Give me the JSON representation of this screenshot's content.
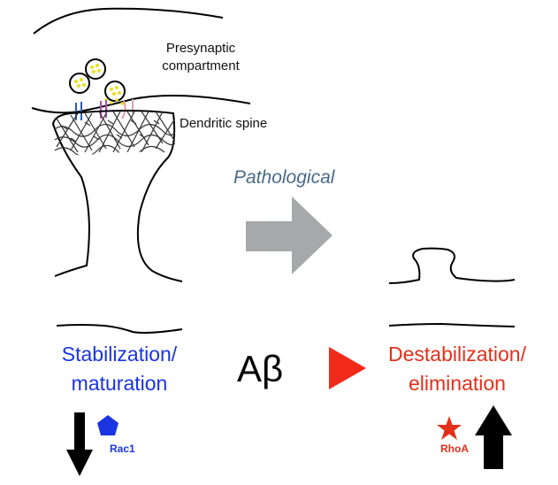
{
  "labels": {
    "presynaptic_line1": "Presynaptic",
    "presynaptic_line2": "compartment",
    "dendritic_spine": "Dendritic spine",
    "pathological": "Pathological",
    "stabilization_line1": "Stabilization/",
    "stabilization_line2": "maturation",
    "abeta": "Aβ",
    "destabilization_line1": "Destabilization/",
    "destabilization_line2": "elimination",
    "rac1": "Rac1",
    "rhoa": "RhoA"
  },
  "colors": {
    "stabilization": "#1a35e0",
    "destabilization": "#e3301a",
    "pathological_text": "#486a8a",
    "big_arrow": "#a6a8aa",
    "vesicle_fill": "#e8e021"
  },
  "regulation": {
    "rac1": "down",
    "rhoa": "up"
  }
}
